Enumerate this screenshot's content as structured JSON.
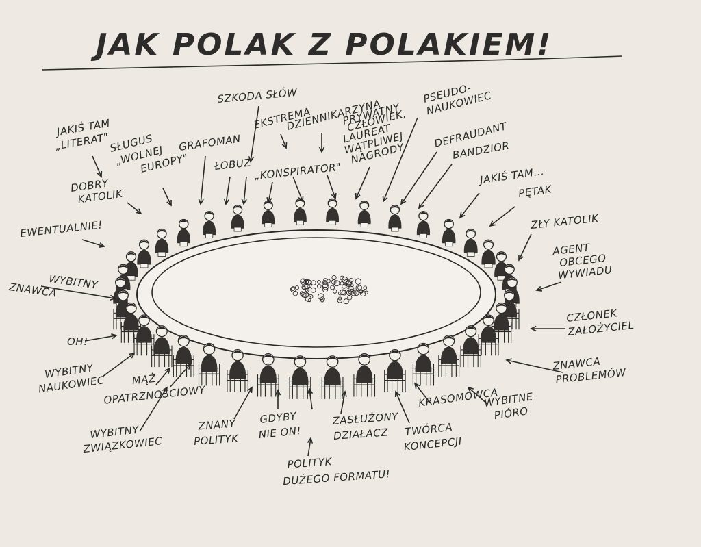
{
  "title": "JAK POLAK Z POLAKIEM!",
  "labels": {
    "szkoda_slow": "SZKODA SŁÓW",
    "ekstrema": "EKSTREMA",
    "dziennikarzyna": "DZIENNIKARZYNA",
    "pseudo_naukowiec": [
      "PSEUDO-",
      "NAUKOWIEC"
    ],
    "prywatny": [
      "PRYWATNY",
      "CZŁOWIEK,",
      "LAUREAT",
      "WĄTPLIWEJ",
      "NAGRODY"
    ],
    "jakis_literat": [
      "JAKIŚ TAM",
      "„LITERAT\""
    ],
    "slugus": [
      "SŁUGUS",
      "„WOLNEJ",
      "EUROPY\""
    ],
    "grafoman": "GRAFOMAN",
    "lobuz": "ŁOBUZ",
    "konspirator": "„KONSPIRATOR\"",
    "defraudant": "DEFRAUDANT",
    "bandzior": "BANDZIOR",
    "jakis_tam": "JAKIŚ TAM...",
    "dobry_katolik": [
      "DOBRY",
      "KATOLIK"
    ],
    "petak": "PĘTAK",
    "zly_katolik": "ZŁY KATOLIK",
    "ewentualnie": "EWENTUALNIE!",
    "agent": [
      "AGENT",
      "OBCEGO",
      "WYWIADU"
    ],
    "wybitny_znawca": [
      "WYBITNY",
      "ZNAWCA"
    ],
    "czlonek": [
      "CZŁONEK",
      "ZAŁOŻYCIEL"
    ],
    "oh": "OH!",
    "znawca_problemow": [
      "ZNAWCA",
      "PROBLEMÓW"
    ],
    "wybitny_naukowiec": [
      "WYBITNY",
      "NAUKOWIEC"
    ],
    "maz": [
      "MĄŻ",
      "OPATRZNOŚCIOWY"
    ],
    "krasomowca": "KRASOMOWCA",
    "wybitne_pioro": [
      "WYBITNE",
      "PIÓRO"
    ],
    "wybitny_zwiazkowiec": [
      "WYBITNY",
      "ZWIĄZKOWIEC"
    ],
    "znany_polityk": [
      "ZNANY",
      "POLITYK"
    ],
    "gdyby": [
      "GDYBY",
      "NIE ON!"
    ],
    "zasluzony": [
      "ZASŁUŻONY",
      "DZIAŁACZ"
    ],
    "tworca": [
      "TWÓRCA",
      "KONCEPCJI"
    ],
    "polityk_formatu": [
      "POLITYK",
      "DUŻEGO FORMATU!"
    ]
  }
}
